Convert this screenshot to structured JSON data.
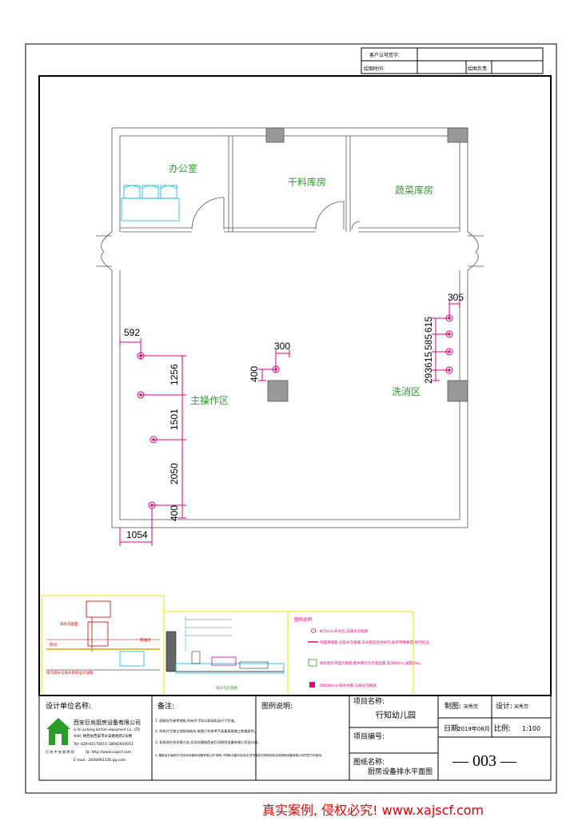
{
  "titleblock": {
    "client_sign": "客户认可签字:",
    "make_time": "绘图时间:",
    "draw_by": "绘图负责:",
    "design_unit_label": "设计单位名称:",
    "company_cn": "西安巨尚厨房设备有限公司",
    "company_en": "xi'an jushang kitchen equipment Co., LTD",
    "company_addr": "Add: 陕西省西安市长安路相府2号楼",
    "company_tel": "Tel: 029-81570015   18092920011",
    "company_web": "址: http://www.xajscf.com",
    "company_email": "E-mail  : 2609093336.qq.com",
    "logo_caption": "巨 尚 中 央 厨 房 网",
    "notes_label": "备注:",
    "notes": [
      "1. 图纸仅为参考图纸,所有尺寸均以现场实际尺寸为准。",
      "2. 所有尺寸按工地现场核实,本图只作参考不具备直接施工依据条件。",
      "3. 如发现任何矛盾之处,应及时通知西安巨尚厨房设备有限公司设计部。",
      "4. 图纸设计版权归\"西安巨尚厨房设备有限公司\"拥有,不得私自复印及传送,须书面形式得到西安巨尚厨房设备有限公司同意方可使用。"
    ],
    "legend_label": "图例说明:",
    "project_name_label": "项目名称:",
    "project_name": "行知幼儿园",
    "project_no_label": "项目编号:",
    "drawing_name_label": "图纸名称:",
    "drawing_name": "厨房设备排水平面图",
    "made_by_label": "制图:",
    "made_by": "宋秀芳",
    "design_by_label": "设计:",
    "design_by": "宋秀芳",
    "date_label": "日期:",
    "date": "2019年08月",
    "scale_label": "比例:",
    "scale": "1:100",
    "sheet_no": "— 003 —"
  },
  "rooms": {
    "office": "办公室",
    "dry_store": "干料库房",
    "veg_store": "蔬菜库房",
    "main_zone": "主操作区",
    "wash_zone": "洗消区"
  },
  "dims": {
    "d592": "592",
    "d1256": "1256",
    "d1501": "1501",
    "d2050": "2050",
    "d400a": "400",
    "d1054": "1054",
    "d300": "300",
    "d400b": "400",
    "d305": "305",
    "d615a": "615",
    "d585": "585",
    "d293615": "293615"
  },
  "details": {
    "detail1_a": "排水沟剖面",
    "detail1_b": "明沟",
    "detail1_c": "隔油池",
    "detail1_caption": "地沟排水与排水系统设计详图",
    "detail2_caption": "排水沟示意图",
    "legend_title": "图例说明:",
    "legend_items": [
      "Φ75mm去水位,与排水沟相通",
      "地面预埋管,与排水沟相通,去水管直径为Φ75,如有特殊要求,另行标注。",
      "排水明沟平面示意图,图中明沟为示意位置,宽300mm,坡度3‰。",
      "DN100mm排水地漏,与排水沟相通"
    ]
  },
  "footer": "真实案例, 侵权必究!  www.xajscf.com",
  "colors": {
    "accent": "#e6007e",
    "green": "#2a9d2a",
    "cyan": "#00bcd4",
    "footer": "#e60000"
  }
}
